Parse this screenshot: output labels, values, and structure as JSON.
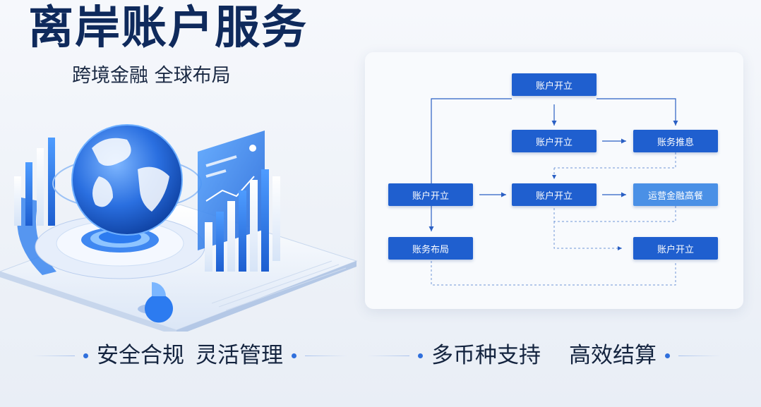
{
  "header": {
    "title": "离岸账户服务",
    "subtitle": "跨境金融 全球布局"
  },
  "taglines": {
    "left_a": "安全合规",
    "left_b": "灵活管理",
    "right_a": "多币种支持",
    "right_b": "高效结算"
  },
  "flowchart": {
    "nodes": {
      "top": "账户开立",
      "mid_center": "账户开立",
      "mid_right": "账务推息",
      "left": "账户开立",
      "center": "账户开立",
      "center_right": "运营金融高餐",
      "bottom_left": "账务布局",
      "bottom_right": "账户开立"
    }
  },
  "colors": {
    "node_primary": "#1f5fcf",
    "node_light": "#4a90e6",
    "title": "#0f2a5c",
    "accent": "#2f6fdc"
  }
}
